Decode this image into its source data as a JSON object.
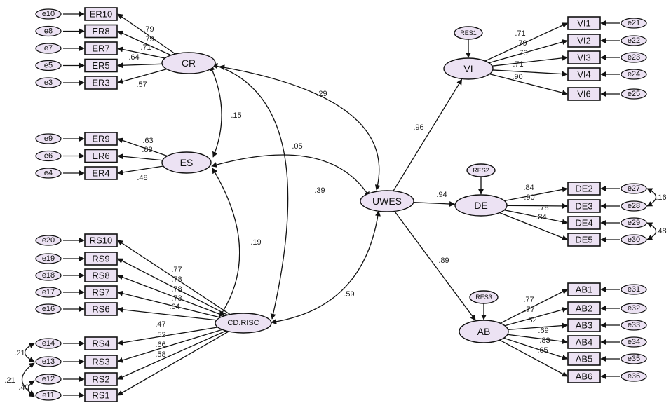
{
  "latents": {
    "cr": "CR",
    "es": "ES",
    "cdrisc": "CD.RISC",
    "uwes": "UWES",
    "vi": "VI",
    "de": "DE",
    "ab": "AB"
  },
  "residuals": {
    "res1": "RES1",
    "res2": "RES2",
    "res3": "RES3"
  },
  "cr_items": [
    {
      "name": "ER10",
      "error": "e10",
      "loading": ".79"
    },
    {
      "name": "ER8",
      "error": "e8",
      "loading": ".79"
    },
    {
      "name": "ER7",
      "error": "e7",
      "loading": ".71"
    },
    {
      "name": "ER5",
      "error": "e5",
      "loading": ".64"
    },
    {
      "name": "ER3",
      "error": "e3",
      "loading": ".57"
    }
  ],
  "es_items": [
    {
      "name": "ER9",
      "error": "e9",
      "loading": ".63"
    },
    {
      "name": "ER6",
      "error": "e6",
      "loading": ".88"
    },
    {
      "name": "ER4",
      "error": "e4",
      "loading": ".48"
    }
  ],
  "rs_items": [
    {
      "name": "RS10",
      "error": "e20",
      "loading": ".77"
    },
    {
      "name": "RS9",
      "error": "e19",
      "loading": ".78"
    },
    {
      "name": "RS8",
      "error": "e18",
      "loading": ".78"
    },
    {
      "name": "RS7",
      "error": "e17",
      "loading": ".73"
    },
    {
      "name": "RS6",
      "error": "e16",
      "loading": ".64"
    },
    {
      "name": "RS4",
      "error": "e14",
      "loading": ".47"
    },
    {
      "name": "RS3",
      "error": "e13",
      "loading": ".52"
    },
    {
      "name": "RS2",
      "error": "e12",
      "loading": ".66"
    },
    {
      "name": "RS1",
      "error": "e11",
      "loading": ".58"
    }
  ],
  "vi_items": [
    {
      "name": "VI1",
      "error": "e21",
      "loading": ".71"
    },
    {
      "name": "VI2",
      "error": "e22",
      "loading": ".79"
    },
    {
      "name": "VI3",
      "error": "e23",
      "loading": ".73"
    },
    {
      "name": "VI4",
      "error": "e24",
      "loading": ".71"
    },
    {
      "name": "VI6",
      "error": "e25",
      "loading": ".90"
    }
  ],
  "de_items": [
    {
      "name": "DE2",
      "error": "e27",
      "loading": ".84"
    },
    {
      "name": "DE3",
      "error": "e28",
      "loading": ".90"
    },
    {
      "name": "DE4",
      "error": "e29",
      "loading": ".78"
    },
    {
      "name": "DE5",
      "error": "e30",
      "loading": ".84"
    }
  ],
  "ab_items": [
    {
      "name": "AB1",
      "error": "e31",
      "loading": ".77"
    },
    {
      "name": "AB2",
      "error": "e32",
      "loading": ".77"
    },
    {
      "name": "AB3",
      "error": "e33",
      "loading": ".52"
    },
    {
      "name": "AB4",
      "error": "e34",
      "loading": ".69"
    },
    {
      "name": "AB5",
      "error": "e35",
      "loading": ".83"
    },
    {
      "name": "AB6",
      "error": "e36",
      "loading": ".65"
    }
  ],
  "covariances": {
    "cr_es": ".15",
    "cr_uwes": ".29",
    "es_uwes": ".05",
    "cr_cdrisc": ".39",
    "es_cdrisc": ".19",
    "cdrisc_uwes": ".59",
    "e14_e13": ".21",
    "e13_e11": ".21",
    "e12_e11": ".40",
    "e27_e28": ".16",
    "e29_e30": ".48"
  },
  "paths": {
    "uwes_vi": ".96",
    "uwes_de": ".94",
    "uwes_ab": ".89"
  }
}
